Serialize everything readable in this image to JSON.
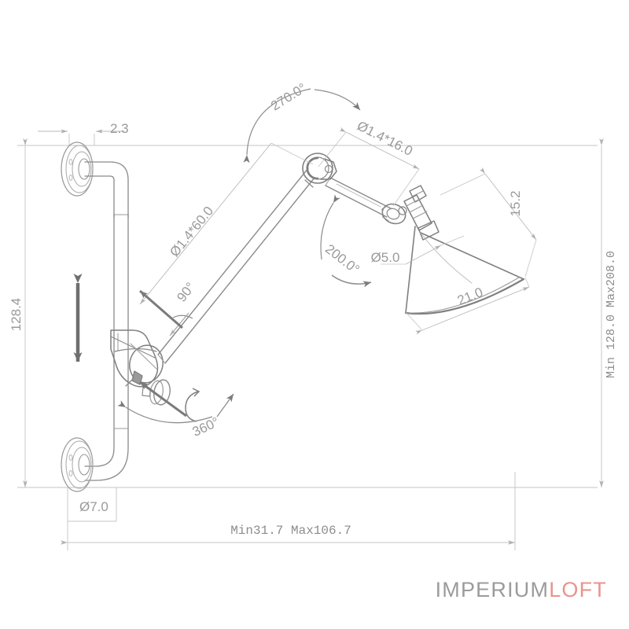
{
  "page": {
    "title": "Wall Lamp Technical Dimension Drawing",
    "background_color": "#ffffff"
  },
  "colors": {
    "outline": "#808080",
    "outline_light": "#a8a8a8",
    "dimension_line": "#b9b9b9",
    "dimension_text": "#9a9a9a",
    "motion_arrow": "#6f6f6f",
    "watermark_gray": "#9b9b9b",
    "watermark_accent": "#e8948c"
  },
  "dimensions": {
    "plate_thickness": "2.3",
    "vertical_left": "128.4",
    "arm_lower": "Ø1.4*60.0",
    "arm_upper": "Ø1.4*16.0",
    "elbow_angle": "270.0°",
    "base_angle": "90°",
    "head_angle": "200.0°",
    "rotation": "360°",
    "shade_slant": "15.2",
    "shade_width": "21.0",
    "socket_dia": "Ø5.0",
    "mount_dia": "Ø7.0",
    "vertical_right": "Min 128.0 Max208.0",
    "horizontal_bottom": "Min31.7 Max106.7"
  },
  "watermark": {
    "primary": "IMPERIUM",
    "accent": "LOFT"
  },
  "motion_indicators": {
    "slide_vertical": "vertical-slide-double-arrow",
    "rotate_360": "rotation-loop-symbol"
  },
  "parts": [
    {
      "name": "upper-wall-plate"
    },
    {
      "name": "lower-wall-plate"
    },
    {
      "name": "vertical-slide-pole"
    },
    {
      "name": "lower-pivot-joint"
    },
    {
      "name": "tension-knob"
    },
    {
      "name": "lower-arm"
    },
    {
      "name": "elbow-joint"
    },
    {
      "name": "upper-arm"
    },
    {
      "name": "head-joint"
    },
    {
      "name": "lamp-socket"
    },
    {
      "name": "cone-shade"
    }
  ]
}
